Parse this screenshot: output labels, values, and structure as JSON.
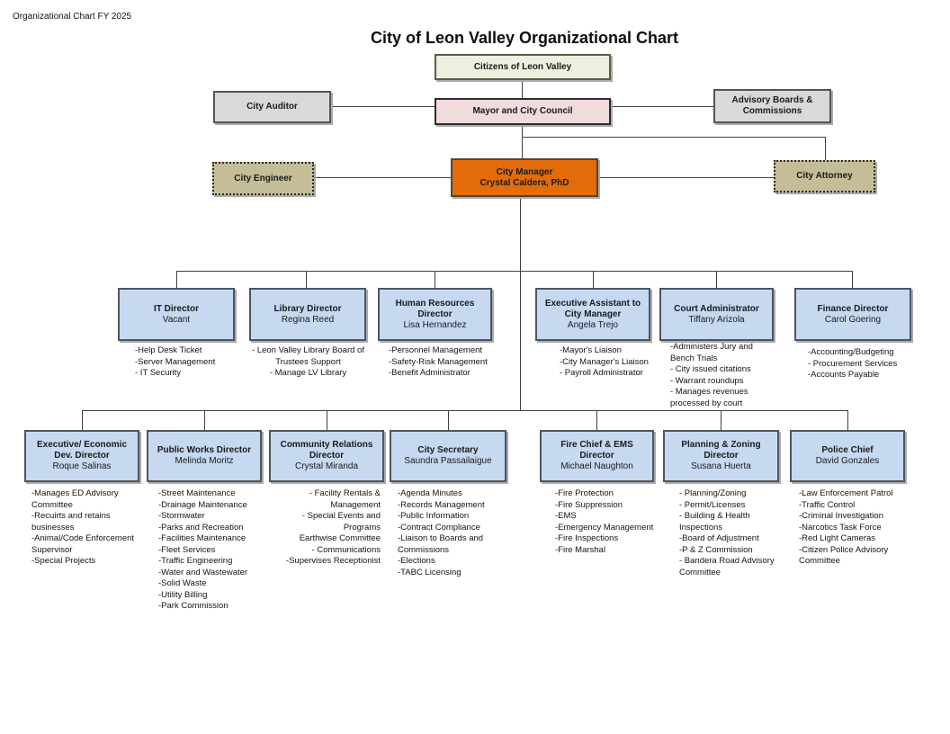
{
  "page": {
    "corner_label": "Organizational Chart FY 2025",
    "title": "City of Leon Valley Organizational Chart"
  },
  "colors": {
    "citizens_fill": "#ebf1de",
    "mayor_fill": "#f2dcdb",
    "neutral_fill": "#d9d9d9",
    "dotted_box_fill": "#c4bd97",
    "city_manager_fill": "#e36c0a",
    "department_fill": "#c6d9f1"
  },
  "top_boxes": {
    "citizens": "Citizens of Leon Valley",
    "auditor": "City Auditor",
    "mayor": "Mayor and City Council",
    "advisory": "Advisory Boards &\nCommissions",
    "engineer": "City Engineer",
    "manager_title": "City Manager",
    "manager_name": "Crystal Caldera, PhD",
    "attorney": "City Attorney"
  },
  "tier2": [
    {
      "title": "IT Director",
      "name": "Vacant",
      "duties": [
        "-Help Desk Ticket",
        "-Server Management",
        "- IT Security"
      ]
    },
    {
      "title": "Library Director",
      "name": "Regina Reed",
      "duties": [
        "- Leon Valley Library Board of Trustees Support",
        "- Manage LV Library"
      ]
    },
    {
      "title": "Human Resources Director",
      "name": "Lisa Hernandez",
      "duties": [
        "-Personnel Management",
        "-Safety-Risk Management",
        "-Benefit Administrator"
      ]
    },
    {
      "title": "Executive Assistant to City Manager",
      "name": "Angela Trejo",
      "duties": [
        "-Mayor's Liaison",
        "-City Manager's Liaison",
        "- Payroll Administrator"
      ]
    },
    {
      "title": "Court Administrator",
      "name": "Tiffany Arizola",
      "duties": [
        "-Administers Jury and Bench Trials",
        "- City issued citations",
        "- Warrant roundups",
        "- Manages revenues processed by court"
      ]
    },
    {
      "title": "Finance Director",
      "name": "Carol Goering",
      "duties": [
        "-Accounting/Budgeting",
        "- Procurement Services",
        "-Accounts Payable"
      ]
    }
  ],
  "tier3": [
    {
      "title": "Executive/ Economic Dev. Director",
      "name": "Roque Salinas",
      "duties": [
        "-Manages ED  Advisory Committee",
        "-Recuirts and retains businesses",
        "-Animal/Code Enforcement Supervisor",
        "-Special Projects"
      ]
    },
    {
      "title": "Public Works Director",
      "name": "Melinda Moritz",
      "duties": [
        "-Street Maintenance",
        "-Drainage Maintenance",
        "-Stormwater",
        "-Parks and Recreation",
        "-Facilities Maintenance",
        "-Fleet Services",
        "-Traffic Engineering",
        "-Water and Wastewater",
        "-Solid Waste",
        "-Utility Billing",
        "-Park Commission"
      ]
    },
    {
      "title": "Community Relations Director",
      "name": "Crystal Miranda",
      "duties": [
        "- Facility Rentals & Management",
        "- Special Events and Programs",
        "Earthwise Committee",
        "- Communications",
        "-Supervises Receptionist"
      ]
    },
    {
      "title": "City Secretary",
      "name": "Saundra Passailaigue",
      "duties": [
        "-Agenda Minutes",
        "-Records Management",
        "-Public Information",
        "-Contract Compliance",
        "-Liaison to Boards and Commissions",
        "-Elections",
        "-TABC Licensing"
      ]
    },
    {
      "title": "Fire Chief & EMS Director",
      "name": "Michael Naughton",
      "duties": [
        "-Fire Protection",
        "-Fire Suppression",
        "-EMS",
        "-Emergency Management",
        "-Fire Inspections",
        "-Fire Marshal"
      ]
    },
    {
      "title": "Planning & Zoning Director",
      "name": "Susana Huerta",
      "duties": [
        "- Planning/Zoning",
        "- Permit/Licenses",
        "- Building & Health Inspections",
        "-Board of Adjustment",
        "-P & Z Commission",
        "- Bandera Road Advisory Committee"
      ]
    },
    {
      "title": "Police Chief",
      "name": "David Gonzales",
      "duties": [
        "-Law Enforcement Patrol",
        "-Traffic Control",
        "-Criminal Investigation",
        "-Narcotics Task Force",
        "-Red Light Cameras",
        "-Citizen Police Advisory Committee"
      ]
    }
  ]
}
